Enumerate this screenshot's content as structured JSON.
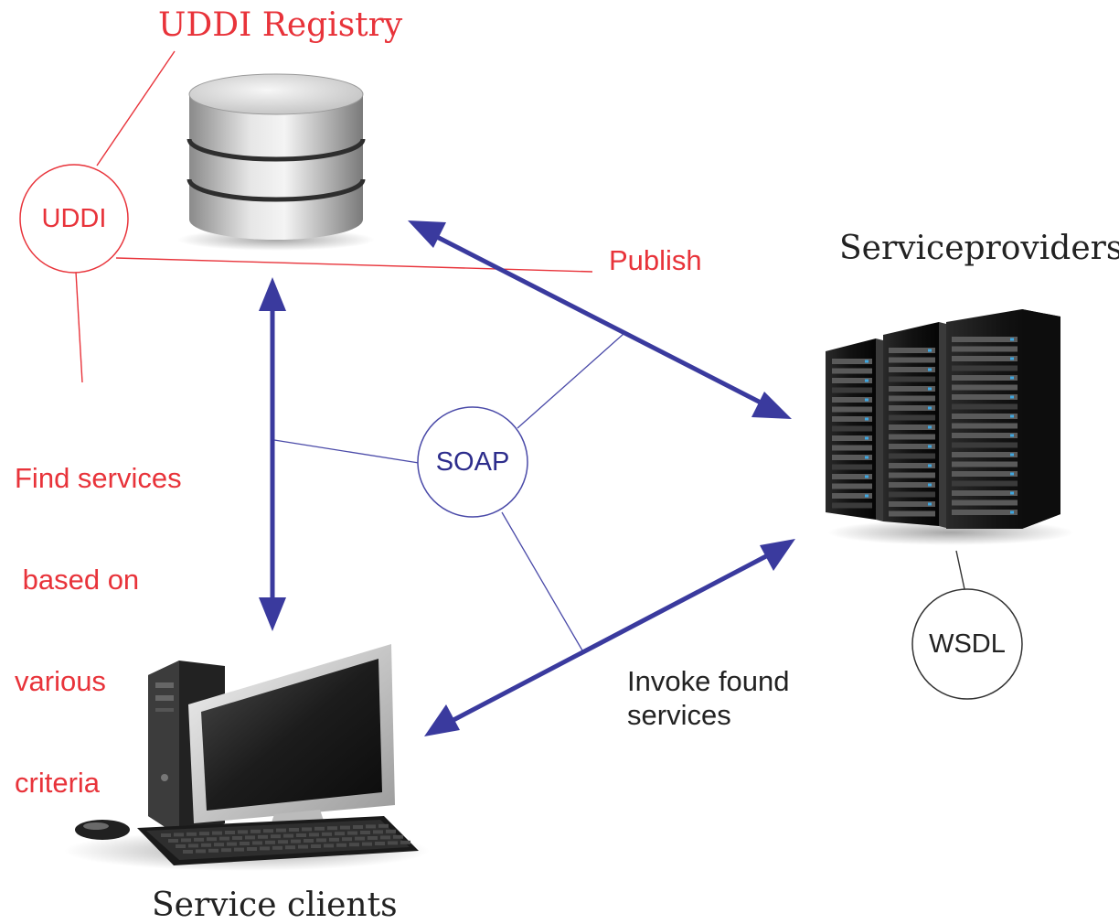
{
  "nodes": {
    "registry": {
      "title": "UDDI Registry"
    },
    "providers": {
      "title": "Serviceproviders"
    },
    "clients": {
      "title": "Service clients"
    }
  },
  "bubbles": {
    "uddi": "UDDI",
    "soap": "SOAP",
    "wsdl": "WSDL"
  },
  "annotations": {
    "publish": "Publish",
    "find_lines": [
      "Find services",
      " based on",
      "various",
      "criteria"
    ],
    "invoke_lines": [
      "Invoke found",
      "services"
    ]
  },
  "colors": {
    "red": "#e8333a",
    "arrow": "#3a3a9e",
    "soap_line": "#4a4aa8",
    "dark": "#222222"
  }
}
